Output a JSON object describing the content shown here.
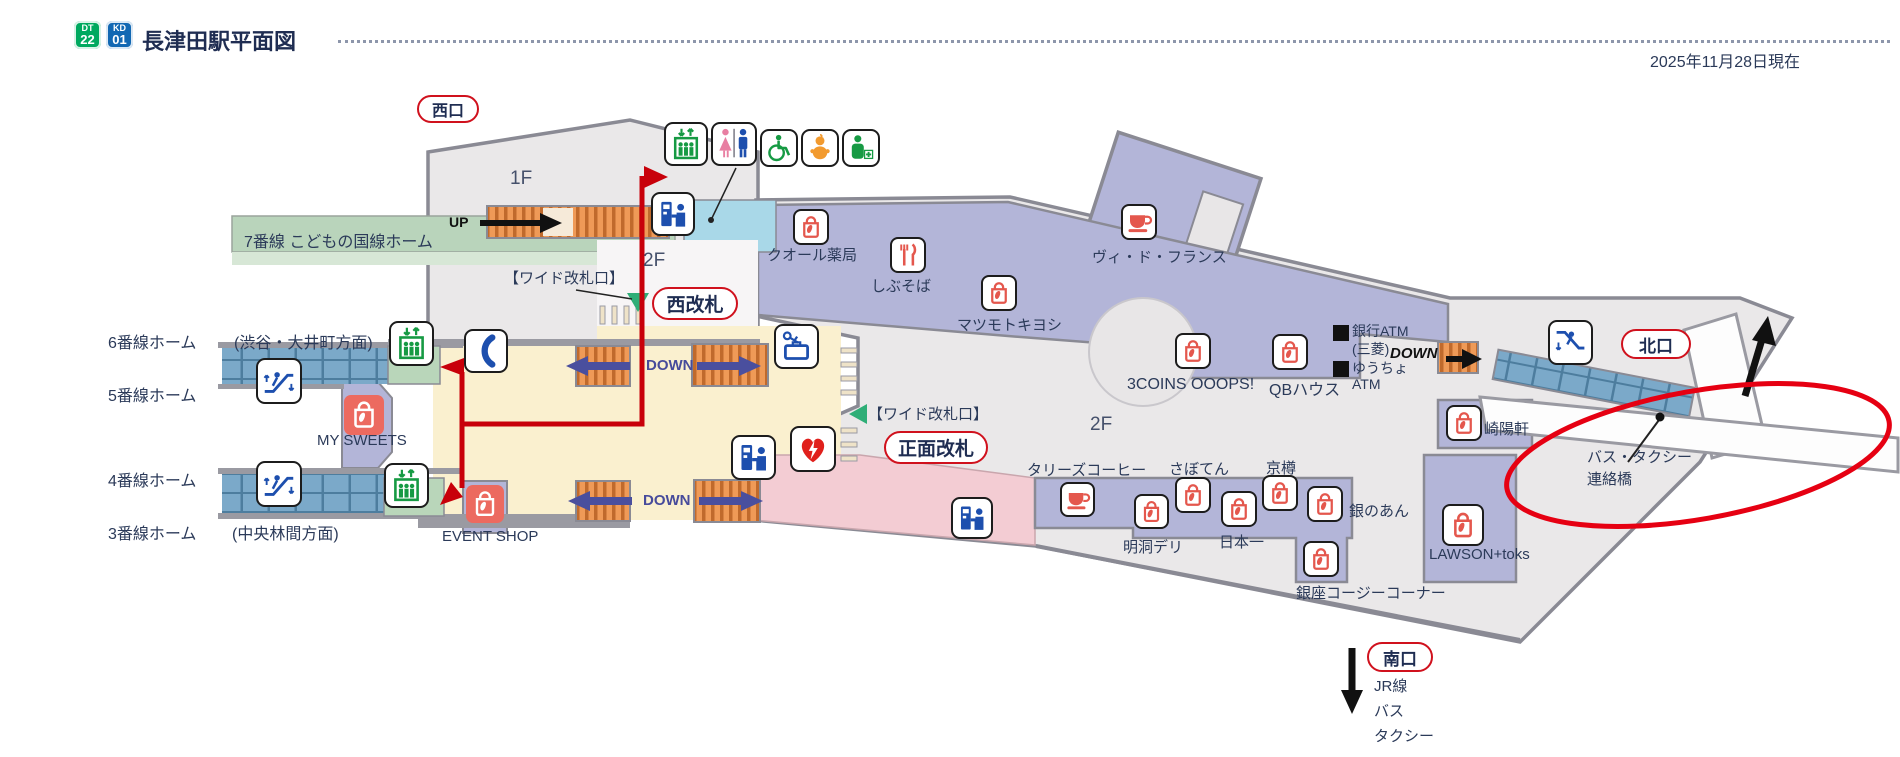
{
  "header": {
    "badge_dt": {
      "line": "DT",
      "number": "22"
    },
    "badge_kd": {
      "line": "KD",
      "number": "01"
    },
    "title": "長津田駅平面図",
    "date": "2025年11月28日現在"
  },
  "exits": {
    "west": "西口",
    "west_gate": "西改札",
    "main_gate": "正面改札",
    "north": "北口",
    "south": "南口"
  },
  "floors": {
    "f1": "1F",
    "f2_west": "2F",
    "f2_center": "2F"
  },
  "directions": {
    "up": "UP",
    "down_upper": "DOWN",
    "down_lower": "DOWN",
    "down_north": "DOWN"
  },
  "gates": {
    "wide_west": "【ワイド改札口】",
    "wide_main": "【ワイド改札口】"
  },
  "platforms": {
    "p7": "7番線 こどもの国線ホーム",
    "p6": "6番線ホーム",
    "p6_dir": "(渋谷・大井町方面)",
    "p5": "5番線ホーム",
    "p4": "4番線ホーム",
    "p3": "3番線ホーム",
    "p3_dir": "(中央林間方面)"
  },
  "shops": {
    "my_sweets": "MY SWEETS",
    "event_shop": "EVENT SHOP",
    "qol_pharmacy": "クオール薬局",
    "shibusoba": "しぶそば",
    "matsumotokiyoshi": "マツモトキヨシ",
    "vie_de_france": "ヴィ・ド・フランス",
    "threecoins": "3COINS OOOPS!",
    "qb_house": "QBハウス",
    "tullys": "タリーズコーヒー",
    "myeongdong_deli": "明洞デリ",
    "saboten": "さぼてん",
    "nihonichi": "日本一",
    "kyotaru": "京樽",
    "ginnoan": "銀のあん",
    "ginza_cozy_corner": "銀座コージーコーナー",
    "kiyoken": "崎陽軒",
    "lawson_toks": "LAWSON+toks"
  },
  "atm": {
    "bank1": "銀行ATM",
    "bank2": "(三菱)",
    "yucho1": "ゆうちょ",
    "yucho2": "ATM"
  },
  "north_area": {
    "bridge_line1": "バス・タクシー",
    "bridge_line2": "連絡橋"
  },
  "south_area": {
    "dest1": "JR線",
    "dest2": "バス",
    "dest3": "タクシー"
  },
  "icons": {
    "elevator": "elevator-icon",
    "toilet": "toilet-icon",
    "wheelchair": "wheelchair-icon",
    "baby": "baby-room-icon",
    "nursing": "nursing-room-icon",
    "phone": "public-phone-icon",
    "escalator": "escalator-icon",
    "coin_locker": "coin-locker-icon",
    "ticket_machine": "ticket-machine-icon",
    "aed": "aed-icon",
    "shop_bag": "shop-bag-icon",
    "cafe_cup": "cafe-cup-icon",
    "restaurant": "restaurant-icon"
  },
  "colors": {
    "dt_green": "#00a95f",
    "kd_blue": "#1268b3",
    "badge_red": "#d0111d",
    "route_red": "#c8000a",
    "arrow_purple": "#4a4f9e",
    "navy_text": "#2b3a59",
    "concourse_cream": "#faf0cf",
    "shop_lavender": "#b3b5d8",
    "outside_pink": "#f3ccd3",
    "platform_green": "#b9d4bb",
    "stairs_orange": "#ef9a57",
    "tile_blue": "#7ba9c9"
  }
}
